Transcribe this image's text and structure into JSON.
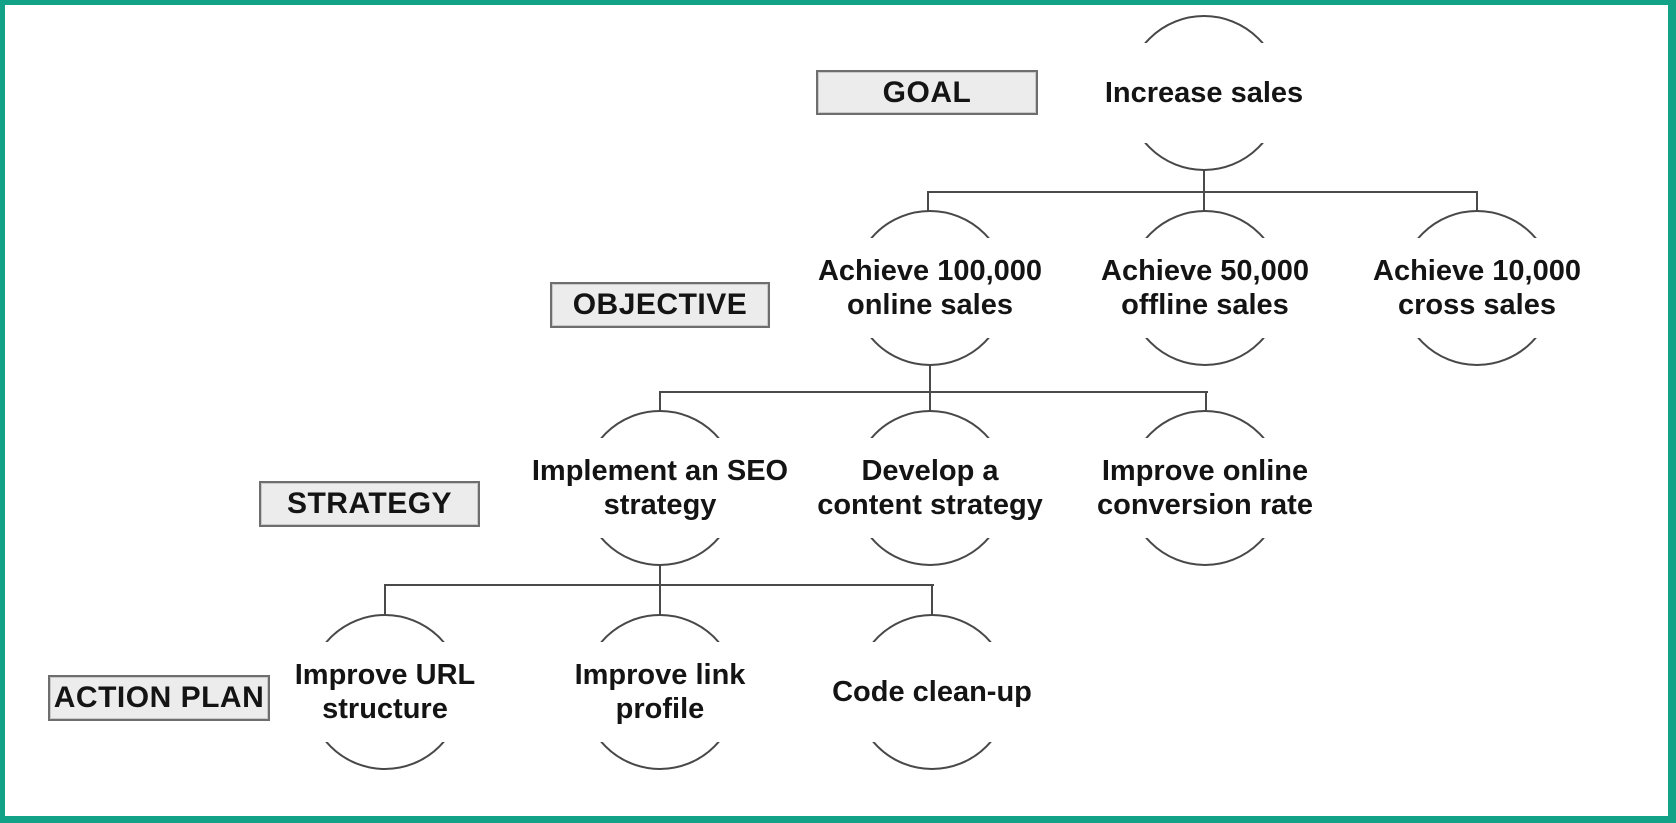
{
  "diagram": {
    "accent_border_color": "#12a287",
    "levels": [
      {
        "label": "GOAL"
      },
      {
        "label": "OBJECTIVE"
      },
      {
        "label": "STRATEGY"
      },
      {
        "label": "ACTION PLAN"
      }
    ],
    "nodes": [
      {
        "id": "increase-sales",
        "level": "GOAL",
        "text": "Increase sales"
      },
      {
        "id": "achieve-100000-online-sales",
        "level": "OBJECTIVE",
        "text": "Achieve 100,000\nonline sales"
      },
      {
        "id": "achieve-50000-offline-sales",
        "level": "OBJECTIVE",
        "text": "Achieve 50,000\noffline sales"
      },
      {
        "id": "achieve-10000-cross-sales",
        "level": "OBJECTIVE",
        "text": "Achieve 10,000\ncross sales"
      },
      {
        "id": "implement-seo-strategy",
        "level": "STRATEGY",
        "text": "Implement an SEO\nstrategy"
      },
      {
        "id": "develop-content-strategy",
        "level": "STRATEGY",
        "text": "Develop a\ncontent strategy"
      },
      {
        "id": "improve-online-conversion-rate",
        "level": "STRATEGY",
        "text": "Improve online\nconversion rate"
      },
      {
        "id": "improve-url-structure",
        "level": "ACTION PLAN",
        "text": "Improve URL\nstructure"
      },
      {
        "id": "improve-link-profile",
        "level": "ACTION PLAN",
        "text": "Improve link\nprofile"
      },
      {
        "id": "code-clean-up",
        "level": "ACTION PLAN",
        "text": "Code clean-up"
      }
    ],
    "edges": [
      {
        "from": "increase-sales",
        "to": [
          "achieve-100000-online-sales",
          "achieve-50000-offline-sales",
          "achieve-10000-cross-sales"
        ]
      },
      {
        "from": "achieve-100000-online-sales",
        "to": [
          "implement-seo-strategy",
          "develop-content-strategy",
          "improve-online-conversion-rate"
        ]
      },
      {
        "from": "implement-seo-strategy",
        "to": [
          "improve-url-structure",
          "improve-link-profile",
          "code-clean-up"
        ]
      }
    ]
  }
}
